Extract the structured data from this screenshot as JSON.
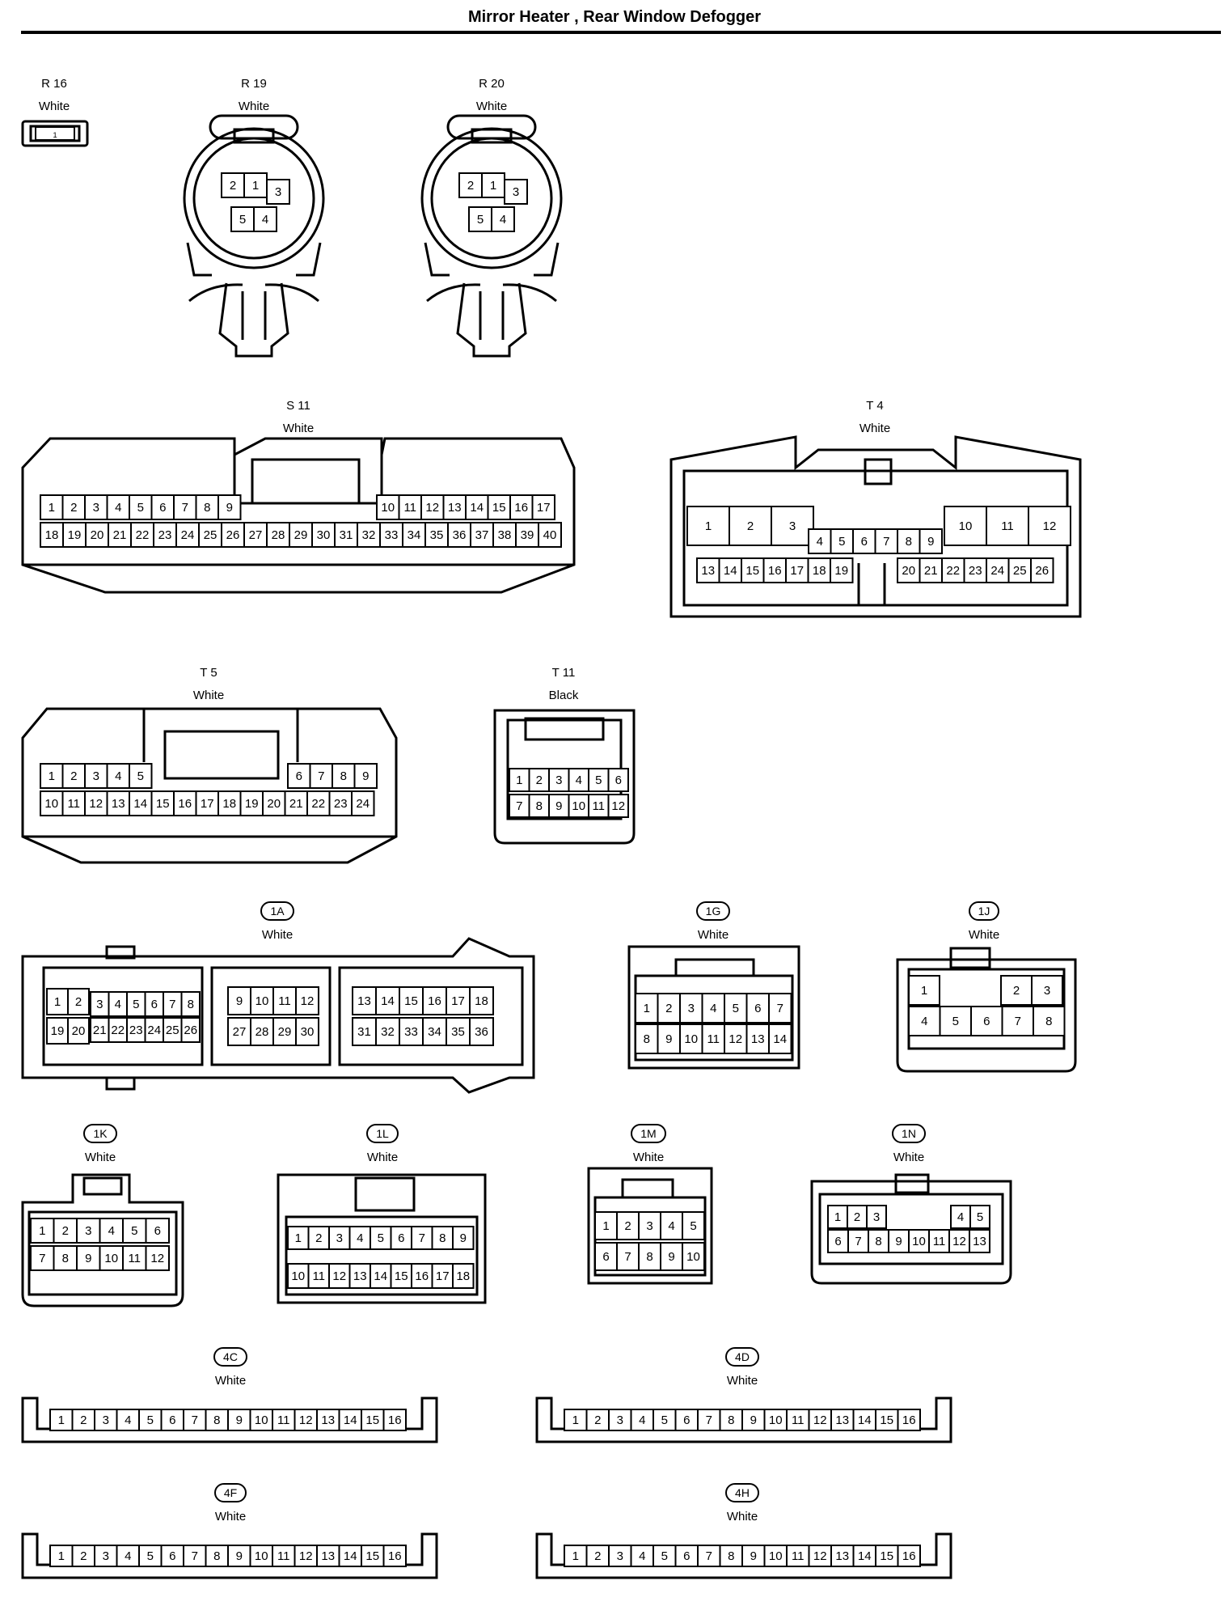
{
  "title": "Mirror Heater , Rear Window Defogger",
  "connectors": [
    {
      "name": "R 16",
      "color": "White",
      "pill": false
    },
    {
      "name": "R 19",
      "color": "White",
      "pill": false
    },
    {
      "name": "R 20",
      "color": "White",
      "pill": false
    },
    {
      "name": "S 11",
      "color": "White",
      "pill": false
    },
    {
      "name": "T 4",
      "color": "White",
      "pill": false
    },
    {
      "name": "T 5",
      "color": "White",
      "pill": false
    },
    {
      "name": "T 11",
      "color": "Black",
      "pill": false
    },
    {
      "name": "1A",
      "color": "White",
      "pill": true
    },
    {
      "name": "1G",
      "color": "White",
      "pill": true
    },
    {
      "name": "1J",
      "color": "White",
      "pill": true
    },
    {
      "name": "1K",
      "color": "White",
      "pill": true
    },
    {
      "name": "1L",
      "color": "White",
      "pill": true
    },
    {
      "name": "1M",
      "color": "White",
      "pill": true
    },
    {
      "name": "1N",
      "color": "White",
      "pill": true
    },
    {
      "name": "4C",
      "color": "White",
      "pill": true
    },
    {
      "name": "4D",
      "color": "White",
      "pill": true
    },
    {
      "name": "4F",
      "color": "White",
      "pill": true
    },
    {
      "name": "4H",
      "color": "White",
      "pill": true
    }
  ]
}
